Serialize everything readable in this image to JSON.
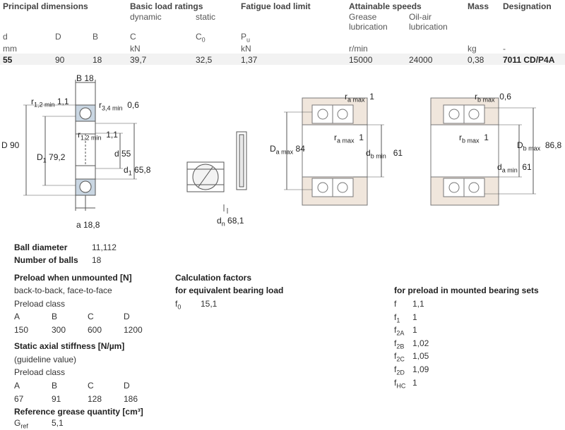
{
  "header": {
    "principal": "Principal dimensions",
    "basic_load": "Basic load ratings",
    "dynamic": "dynamic",
    "static": "static",
    "fatigue": "Fatigue load limit",
    "speeds": "Attainable speeds",
    "grease": "Grease",
    "lubrication1": "lubrication",
    "oilair": "Oil-air",
    "lubrication2": "lubrication",
    "mass": "Mass",
    "designation": "Designation"
  },
  "symbols": {
    "d": "d",
    "D": "D",
    "B": "B",
    "C": "C",
    "C0": "C",
    "C0_sub": "0",
    "Pu": "P",
    "Pu_sub": "u"
  },
  "units": {
    "mm": "mm",
    "kN1": "kN",
    "kN2": "kN",
    "rmin": "r/min",
    "kg": "kg",
    "dash": "-"
  },
  "values": {
    "d": "55",
    "D": "90",
    "B": "18",
    "C": "39,7",
    "C0": "32,5",
    "Pu": "1,37",
    "grease": "15000",
    "oil": "24000",
    "mass": "0,38",
    "designation": "7011 CD/P4A"
  },
  "drawing1": {
    "B": "B 18",
    "r12": "r",
    "r12_sub": "1,2 min",
    "r12_val": "1,1",
    "r34": "r",
    "r34_sub": "3,4 min",
    "r34_val": "0,6",
    "r12b": "r",
    "r12b_sub": "1,2 min",
    "r12b_val": "1,1",
    "D": "D 90",
    "D1": "D",
    "D1_sub": "1",
    "D1_val": "79,2",
    "d": "d 55",
    "d1": "d",
    "d1_sub": "1",
    "d1_val": "65,8",
    "a": "a 18,8"
  },
  "drawing2": {
    "dn": "d",
    "dn_sub": "n",
    "dn_val": "68,1"
  },
  "drawing3": {
    "ra1": "r",
    "ra1_sub": "a max",
    "ra1_val": "1",
    "ra2": "r",
    "ra2_sub": "a max",
    "ra2_val": "1",
    "Da": "D",
    "Da_sub": "a max",
    "Da_val": "84",
    "db": "d",
    "db_sub": "b min",
    "db_val": "61"
  },
  "drawing4": {
    "rb1": "r",
    "rb1_sub": "b max",
    "rb1_val": "0,6",
    "rb2": "r",
    "rb2_sub": "b max",
    "rb2_val": "1",
    "Db": "D",
    "Db_sub": "b max",
    "Db_val": "86,8",
    "da": "d",
    "da_sub": "a min",
    "da_val": "61"
  },
  "ball": {
    "diam_label": "Ball diameter",
    "diam_val": "11,112",
    "num_label": "Number of balls",
    "num_val": "18"
  },
  "preload": {
    "title": "Preload when unmounted [N]",
    "arr": "back-to-back, face-to-face",
    "cls": "Preload class",
    "classes": [
      "A",
      "B",
      "C",
      "D"
    ],
    "vals": [
      "150",
      "300",
      "600",
      "1200"
    ]
  },
  "stiffness": {
    "title": "Static axial stiffness [N/µm]",
    "guide": "(guideline value)",
    "cls": "Preload class",
    "classes": [
      "A",
      "B",
      "C",
      "D"
    ],
    "vals": [
      "67",
      "91",
      "128",
      "186"
    ]
  },
  "grease": {
    "title": "Reference grease quantity [cm³]",
    "g": "G",
    "g_sub": "ref",
    "g_val": "5,1"
  },
  "calc": {
    "title": "Calculation factors",
    "equiv": "for equivalent bearing load",
    "f0": "f",
    "f0_sub": "0",
    "f0_val": "15,1",
    "mounted": "for preload in mounted bearing sets",
    "factors": [
      {
        "s": "f",
        "sub": "",
        "v": "1,1"
      },
      {
        "s": "f",
        "sub": "1",
        "v": "1"
      },
      {
        "s": "f",
        "sub": "2A",
        "v": "1"
      },
      {
        "s": "f",
        "sub": "2B",
        "v": "1,02"
      },
      {
        "s": "f",
        "sub": "2C",
        "v": "1,05"
      },
      {
        "s": "f",
        "sub": "2D",
        "v": "1,09"
      },
      {
        "s": "f",
        "sub": "HC",
        "v": "1"
      }
    ]
  }
}
